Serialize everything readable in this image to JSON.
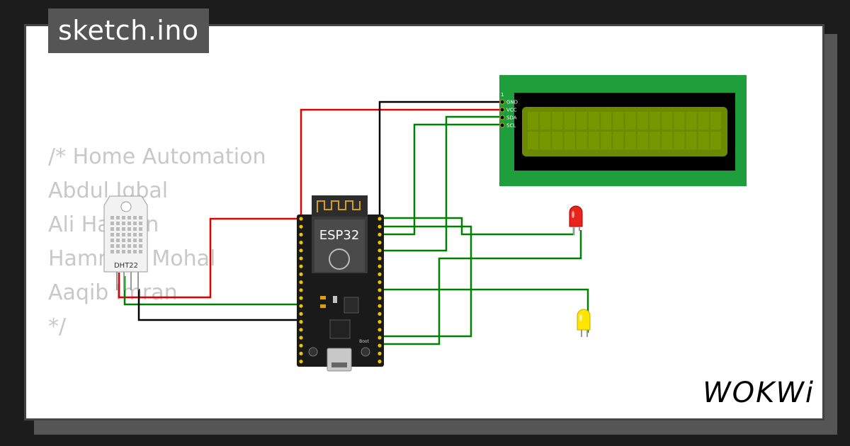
{
  "project": {
    "filename": "sketch.ino"
  },
  "code": {
    "lines": [
      "/* Home Automation",
      "",
      "Abdul Iqbal",
      "Ali Hassan",
      "Hammad Mohal",
      "Aaqib Imran",
      "",
      "*/"
    ]
  },
  "components": {
    "dht": {
      "label": "DHT22"
    },
    "esp32": {
      "label": "ESP32",
      "boot_label": "Boot"
    },
    "lcd": {
      "pin_one": "1",
      "pins": [
        "GND",
        "VCC",
        "SDA",
        "SCL"
      ]
    },
    "leds": [
      {
        "name": "red-led",
        "color": "#e8231c"
      },
      {
        "name": "yellow-led",
        "color": "#ffe400"
      }
    ]
  },
  "brand": {
    "logo": "WOKWi"
  },
  "colors": {
    "wire_red": "#e00000",
    "wire_black": "#000000",
    "wire_green": "#008000",
    "lcd_pcb": "#1f9e3c",
    "lcd_screen": "#6b8a00"
  }
}
